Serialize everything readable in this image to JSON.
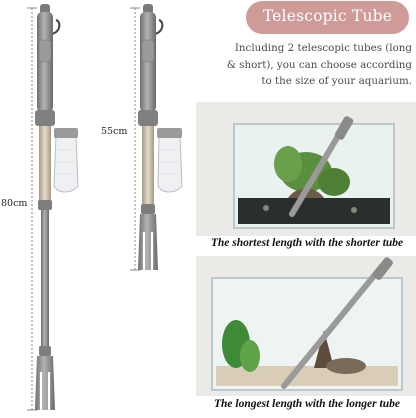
{
  "header": {
    "title": "Telescopic Tube",
    "description_lines": [
      "Including 2 telescopic tubes (long",
      "& short), you can choose according",
      "to the size of your aquarium."
    ]
  },
  "measurements": {
    "long_tube": "80cm",
    "short_tube": "55cm"
  },
  "scenes": {
    "top_caption": "The shortest length with the shorter tube",
    "bottom_caption": "The longest length with the longer tube"
  },
  "colors": {
    "title_bg": "#cf9b98",
    "tube_gray": "#8c8c8c",
    "tube_clear": "#cdbfa8"
  }
}
